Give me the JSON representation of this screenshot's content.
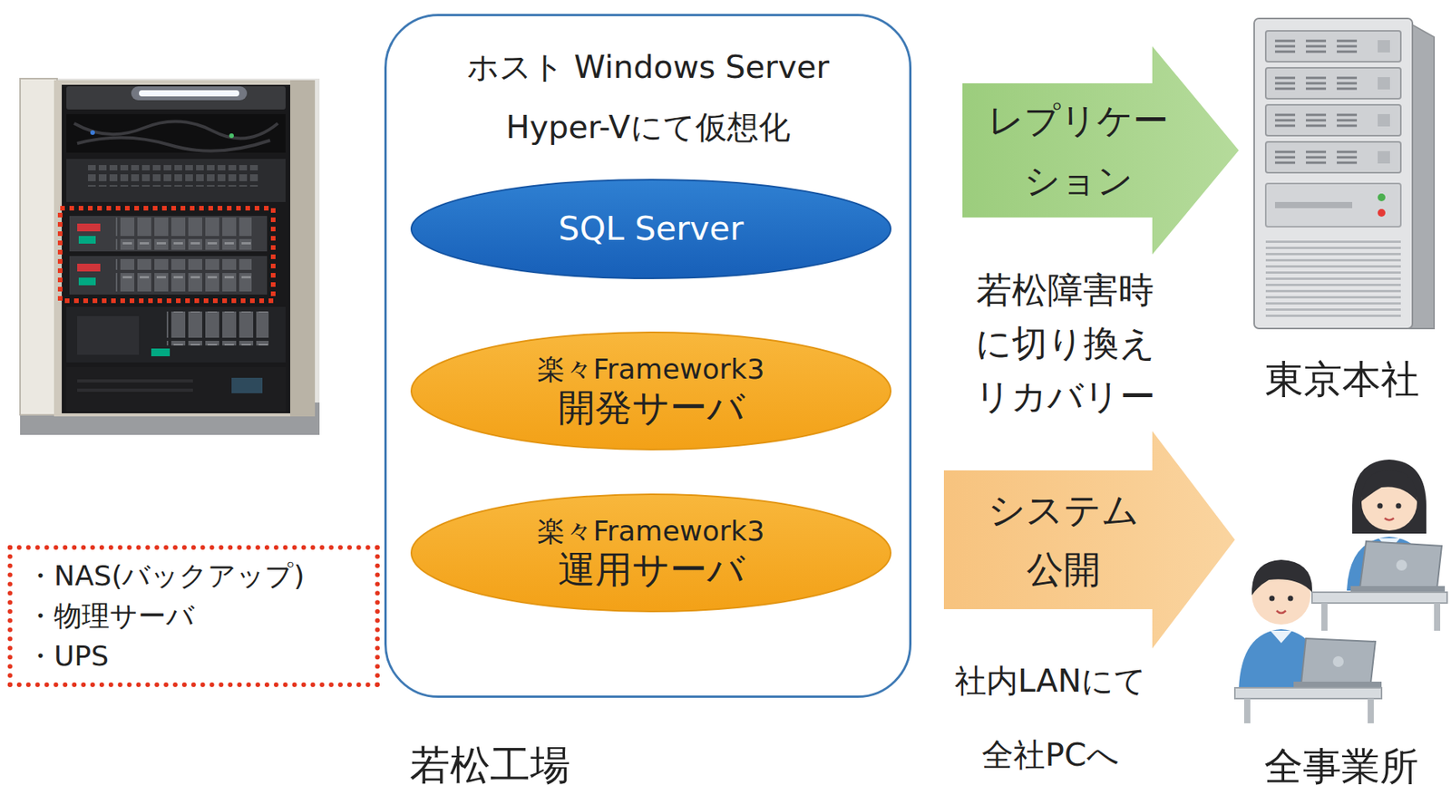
{
  "diagram": {
    "nodes": [
      {
        "text": [
          "・NAS(バックアップ)",
          "・物理サーバ",
          "・UPS"
        ]
      },
      {
        "text": [
          "ホスト Windows Server",
          "Hyper-Vにて仮想化"
        ]
      },
      {
        "text": [
          "SQL Server"
        ],
        "in": 1
      },
      {
        "text": [
          "楽々Framework3",
          "開発サーバ"
        ],
        "in": 1
      },
      {
        "text": [
          "楽々Framework3",
          "運用サーバ"
        ],
        "in": 1
      },
      {
        "text": [
          "東京本社"
        ]
      },
      {
        "text": [
          "全事業所"
        ]
      }
    ],
    "edges": [
      {
        "from": 1,
        "to": 5,
        "arrow": "to",
        "label": "レプリケーション"
      },
      {
        "from": 1,
        "to": 6,
        "arrow": "to",
        "label": "システム公開"
      }
    ],
    "labels": [
      "若松障害時に切り換えリカバリー",
      "社内LANにて 全社PCへ",
      "若松工場"
    ]
  }
}
